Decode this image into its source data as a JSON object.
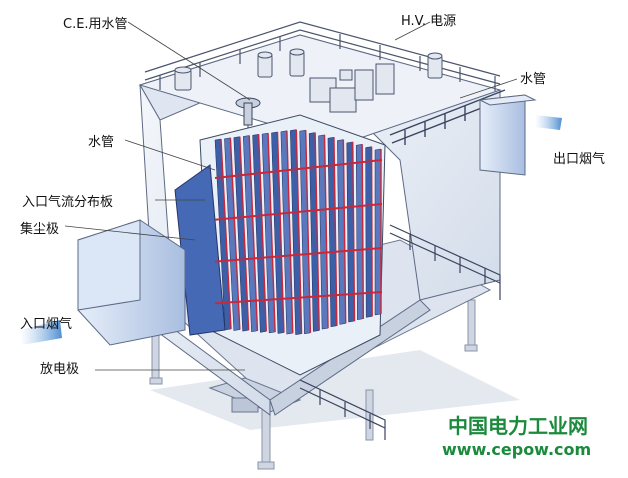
{
  "labels": {
    "ce_water_pipe": "C.E.用水管",
    "hv_power": "H.V. 电源",
    "water_pipe_right": "水管",
    "water_pipe_left": "水管",
    "outlet_flue_gas": "出口烟气",
    "inlet_distribution_plate": "入口气流分布板",
    "collecting_electrode": "集尘极",
    "inlet_flue_gas": "入口烟气",
    "discharge_electrode": "放电极"
  },
  "watermark": {
    "name": "中国电力工业网",
    "url": "www.cepow.com"
  },
  "colors": {
    "housing": "#e9eef6",
    "housing_shade": "#cfd8e6",
    "frame": "#3d4a64",
    "electrode_blue": "#3d5fa8",
    "electrode_red": "#c8283a",
    "duct": "#b8c9e6",
    "watermark": "#1b8a3c"
  }
}
